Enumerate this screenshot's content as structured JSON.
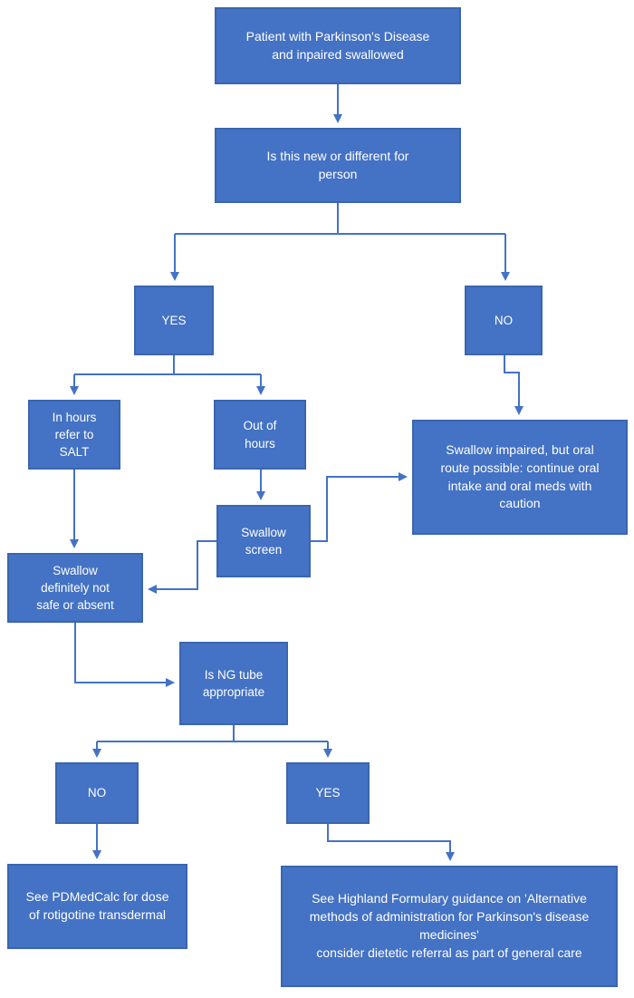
{
  "diagram": {
    "type": "flowchart",
    "colors": {
      "node_fill": "#4472C4",
      "node_border": "#3B65AE",
      "node_text": "#FFFFFF",
      "connector": "#4472C4",
      "background": "#FFFFFF"
    },
    "nodes": {
      "patient": {
        "label": "Patient with Parkinson's Disease\nand inpaired swallowed"
      },
      "new_or_different": {
        "label": "Is this new or different for\nperson"
      },
      "yes1": {
        "label": "YES"
      },
      "no1": {
        "label": "NO"
      },
      "in_hours_salt": {
        "label": "In hours\nrefer to\nSALT"
      },
      "out_of_hours": {
        "label": "Out of\nhours"
      },
      "swallow_impaired_oral": {
        "label": "Swallow impaired, but oral\nroute possible: continue oral\nintake and oral meds with\ncaution"
      },
      "swallow_screen": {
        "label": "Swallow\nscreen"
      },
      "swallow_not_safe": {
        "label": "Swallow\ndefinitely not\nsafe or absent"
      },
      "ng_tube": {
        "label": "Is NG tube\nappropriate"
      },
      "no2": {
        "label": "NO"
      },
      "yes2": {
        "label": "YES"
      },
      "pdmedcalc": {
        "label": "See PDMedCalc for dose\nof rotigotine transdermal"
      },
      "highland_formulary": {
        "label": "See Highland Formulary guidance on 'Alternative\nmethods of administration for Parkinson's disease\nmedicines'\nconsider dietetic referral as part of general care"
      }
    },
    "edges": [
      {
        "from": "patient",
        "to": "new_or_different"
      },
      {
        "from": "new_or_different",
        "to": "yes1"
      },
      {
        "from": "new_or_different",
        "to": "no1"
      },
      {
        "from": "yes1",
        "to": "in_hours_salt"
      },
      {
        "from": "yes1",
        "to": "out_of_hours"
      },
      {
        "from": "no1",
        "to": "swallow_impaired_oral"
      },
      {
        "from": "out_of_hours",
        "to": "swallow_screen"
      },
      {
        "from": "swallow_screen",
        "to": "swallow_impaired_oral"
      },
      {
        "from": "swallow_screen",
        "to": "swallow_not_safe"
      },
      {
        "from": "in_hours_salt",
        "to": "swallow_not_safe"
      },
      {
        "from": "swallow_not_safe",
        "to": "ng_tube"
      },
      {
        "from": "ng_tube",
        "to": "no2"
      },
      {
        "from": "ng_tube",
        "to": "yes2"
      },
      {
        "from": "no2",
        "to": "pdmedcalc"
      },
      {
        "from": "yes2",
        "to": "highland_formulary"
      }
    ]
  }
}
